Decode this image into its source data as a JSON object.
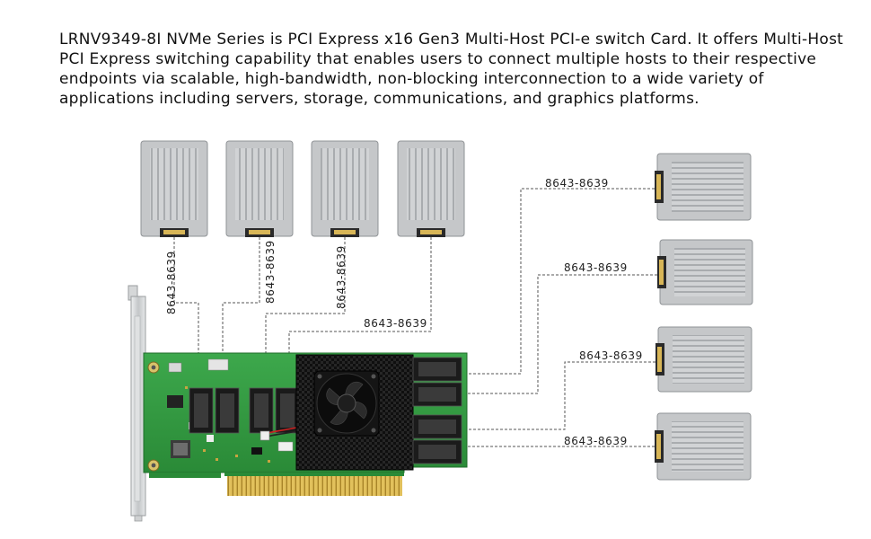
{
  "description": "LRNV9349-8I NVMe Series is PCI Express x16 Gen3 Multi-Host PCI-e switch Card. It offers Multi-Host PCI Express switching capability that enables users to connect multiple hosts to their respective endpoints via scalable, high-bandwidth, non-blocking interconnection to a wide variety of applications including servers, storage, communications, and graphics platforms.",
  "cables": {
    "top_1": "8643-8639",
    "top_2": "8643-8639",
    "top_3": "8643-8639",
    "top_4": "8643-8639",
    "right_1": "8643-8639",
    "right_2": "8643-8639",
    "right_3": "8643-8639",
    "right_4": "8643-8639"
  },
  "colors": {
    "pcb_green": "#2f9a3e",
    "heatsink": "#1c1c1c",
    "gold_finger": "#d9b44a",
    "bracket": "#c9cbcc",
    "ssd_body": "#c7c9cb"
  }
}
